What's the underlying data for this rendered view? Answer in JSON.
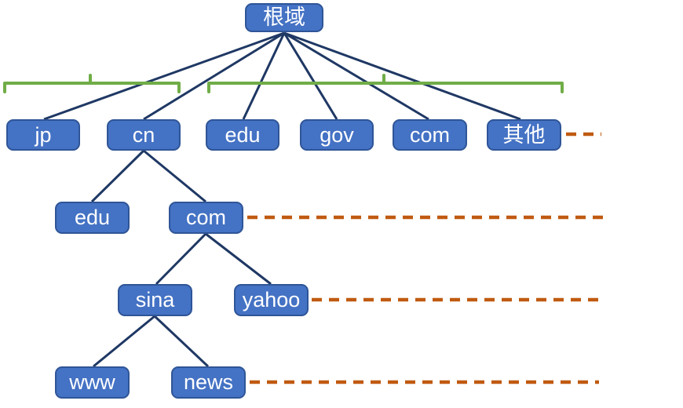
{
  "diagram": {
    "title": "DNS domain hierarchy tree",
    "root": {
      "label": "根域"
    },
    "tlds": [
      {
        "label": "jp"
      },
      {
        "label": "cn"
      },
      {
        "label": "edu"
      },
      {
        "label": "gov"
      },
      {
        "label": "com"
      },
      {
        "label": "其他"
      }
    ],
    "cn_children": [
      {
        "label": "edu"
      },
      {
        "label": "com"
      }
    ],
    "com_children": [
      {
        "label": "sina"
      },
      {
        "label": "yahoo"
      }
    ],
    "sina_children": [
      {
        "label": "www"
      },
      {
        "label": "news"
      }
    ]
  },
  "colors": {
    "node_fill": "#4472C4",
    "node_border": "#2F5597",
    "node_text": "#FFFFFF",
    "connector": "#1F3864",
    "bracket": "#70AD47",
    "ellipsis": "#C05A11",
    "background": "#FFFFFF"
  }
}
